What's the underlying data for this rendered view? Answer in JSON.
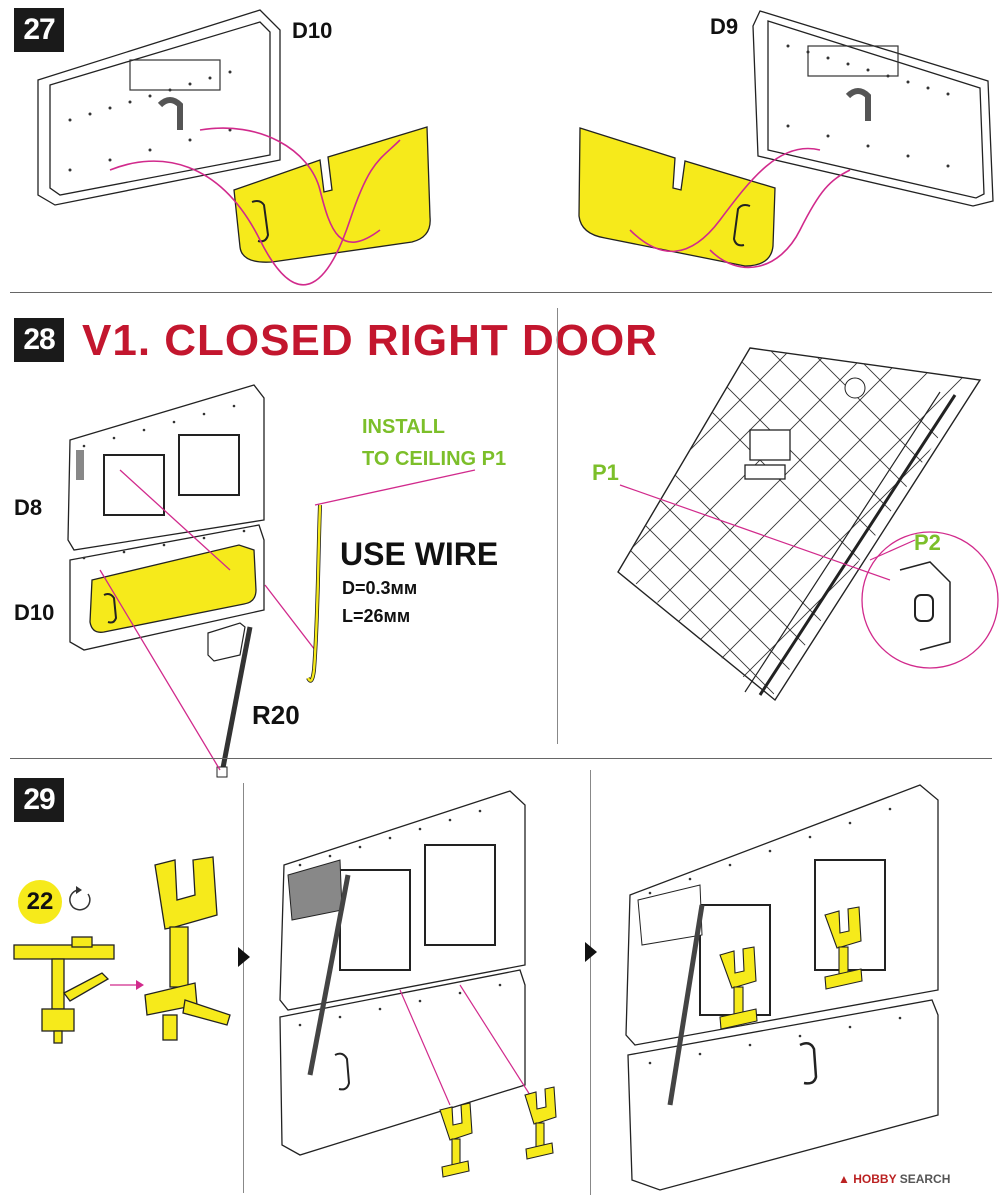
{
  "step27": {
    "number": "27",
    "left_part": "D10",
    "right_part": "D9"
  },
  "step28": {
    "number": "28",
    "title": "V1. CLOSED RIGHT DOOR",
    "part_upper": "D8",
    "part_lower": "D10",
    "part_rod": "R20",
    "install_note_line1": "INSTALL",
    "install_note_line2": "TO CEILING P1",
    "wire_title": "USE WIRE",
    "wire_diameter": "D=0.3мм",
    "wire_length": "L=26мм",
    "detail_p1": "P1",
    "detail_p2": "P2"
  },
  "step29": {
    "number": "29",
    "sub_part": "22"
  },
  "watermark": {
    "brand": "HOBBY",
    "suffix": "SEARCH"
  },
  "colors": {
    "highlight_yellow": "#f6ea1b",
    "wire_magenta": "#d12a8c",
    "title_red": "#c3162e",
    "note_green": "#7cbf2a"
  }
}
